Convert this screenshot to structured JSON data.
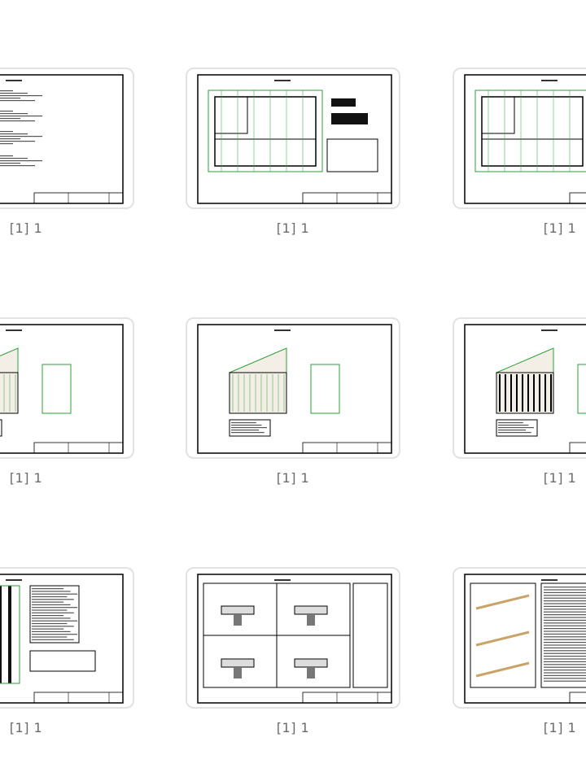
{
  "viewer": {
    "accent_green": "#2e9e3a",
    "pages": [
      {
        "label": "[1] 1",
        "drawing": "text-notes"
      },
      {
        "label": "[1] 1",
        "drawing": "floor-plan"
      },
      {
        "label": "[1] 1",
        "drawing": "roof-plan"
      },
      {
        "label": "[1] 1",
        "drawing": "section"
      },
      {
        "label": "[1] 1",
        "drawing": "elevations"
      },
      {
        "label": "[1] 1",
        "drawing": "wall-framing"
      },
      {
        "label": "[1] 1",
        "drawing": "framing-schedule"
      },
      {
        "label": "[1] 1",
        "drawing": "details"
      },
      {
        "label": "[1] 1",
        "drawing": "rafter-details"
      }
    ]
  }
}
